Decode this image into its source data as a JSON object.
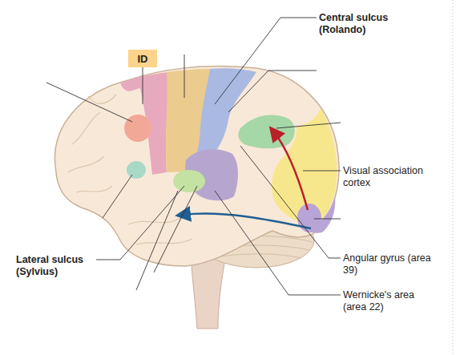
{
  "diagram": {
    "nodes": [
      {
        "text": [
          "ID"
        ]
      }
    ],
    "labels": [
      "Central sulcus (Rolando)",
      "Visual association cortex",
      "Lateral sulcus (Sylvius)",
      "Angular gyrus (area 39)",
      "Wernicke's area (area 22)"
    ]
  }
}
